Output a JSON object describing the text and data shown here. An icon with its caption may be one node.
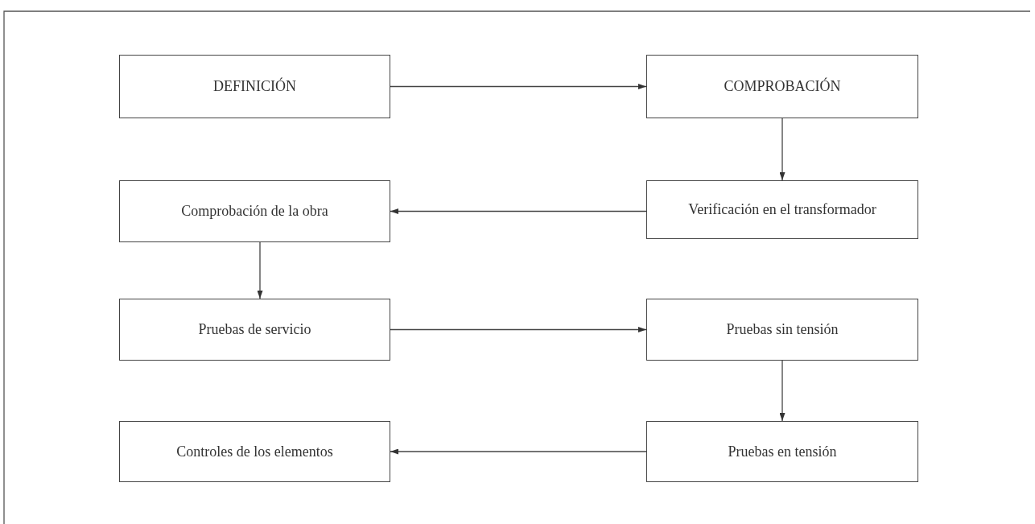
{
  "diagram": {
    "nodes": [
      {
        "text": [
          "DEFINICIÓN"
        ]
      },
      {
        "text": [
          "COMPROBACIÓN"
        ]
      },
      {
        "text": [
          "Comprobación de la obra"
        ]
      },
      {
        "text": [
          "Verificación en el transformador"
        ]
      },
      {
        "text": [
          "Pruebas de servicio"
        ]
      },
      {
        "text": [
          "Pruebas sin tensión"
        ]
      },
      {
        "text": [
          "Controles de los elementos"
        ]
      },
      {
        "text": [
          "Pruebas en tensión"
        ]
      }
    ],
    "edges": [
      {
        "from": 0,
        "to": 1,
        "arrow": "to"
      },
      {
        "from": 1,
        "to": 3,
        "arrow": "to"
      },
      {
        "from": 3,
        "to": 2,
        "arrow": "to"
      },
      {
        "from": 2,
        "to": 4,
        "arrow": "to"
      },
      {
        "from": 4,
        "to": 5,
        "arrow": "to"
      },
      {
        "from": 5,
        "to": 7,
        "arrow": "to"
      },
      {
        "from": 7,
        "to": 6,
        "arrow": "to"
      }
    ]
  }
}
